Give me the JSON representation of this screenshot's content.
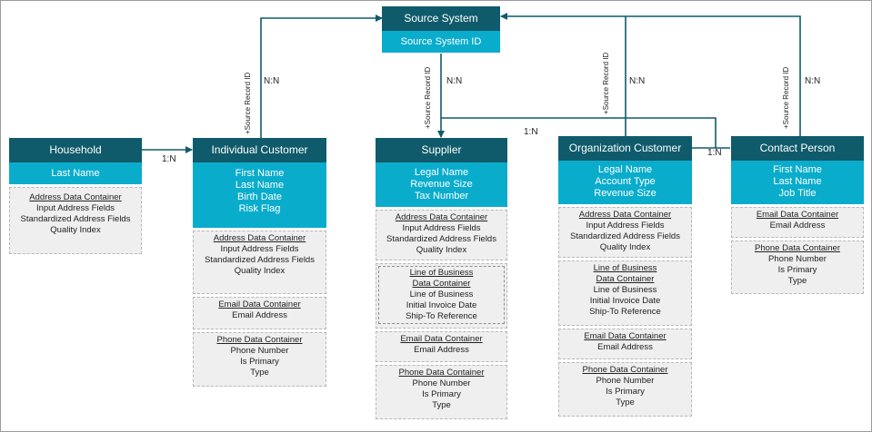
{
  "entities": {
    "source_system": {
      "title": "Source System",
      "attrs": [
        "Source System ID"
      ]
    },
    "household": {
      "title": "Household",
      "attrs": [
        "Last Name"
      ],
      "address": {
        "title": "Address Data Container",
        "items": [
          "Input Address Fields",
          "Standardized Address Fields",
          "Quality Index"
        ]
      }
    },
    "individual": {
      "title": "Individual Customer",
      "attrs": [
        "First Name",
        "Last Name",
        "Birth Date",
        "Risk Flag"
      ],
      "address": {
        "title": "Address Data Container",
        "items": [
          "Input Address Fields",
          "Standardized Address Fields",
          "Quality Index"
        ]
      },
      "email": {
        "title": "Email Data Container",
        "items": [
          "Email Address"
        ]
      },
      "phone": {
        "title": "Phone Data Container",
        "items": [
          "Phone Number",
          "Is Primary",
          "Type"
        ]
      }
    },
    "supplier": {
      "title": "Supplier",
      "attrs": [
        "Legal Name",
        "Revenue Size",
        "Tax Number"
      ],
      "address": {
        "title": "Address Data Container",
        "items": [
          "Input Address Fields",
          "Standardized Address Fields",
          "Quality Index"
        ]
      },
      "lob": {
        "title1": "Line of Business",
        "title2": "Data Container",
        "items": [
          "Line of Business",
          "Initial Invoice Date",
          "Ship-To Reference"
        ]
      },
      "email": {
        "title": "Email Data Container",
        "items": [
          "Email Address"
        ]
      },
      "phone": {
        "title": "Phone Data Container",
        "items": [
          "Phone Number",
          "Is Primary",
          "Type"
        ]
      }
    },
    "organization": {
      "title": "Organization Customer",
      "attrs": [
        "Legal Name",
        "Account Type",
        "Revenue Size"
      ],
      "address": {
        "title": "Address Data Container",
        "items": [
          "Input Address Fields",
          "Standardized Address Fields",
          "Quality Index"
        ]
      },
      "lob": {
        "title1": "Line of Business",
        "title2": "Data Container",
        "items": [
          "Line of Business",
          "Initial Invoice Date",
          "Ship-To Reference"
        ]
      },
      "email": {
        "title": "Email Data Container",
        "items": [
          "Email Address"
        ]
      },
      "phone": {
        "title": "Phone Data Container",
        "items": [
          "Phone Number",
          "Is Primary",
          "Type"
        ]
      }
    },
    "contact": {
      "title": "Contact Person",
      "attrs": [
        "First Name",
        "Last Name",
        "Job Title"
      ],
      "email": {
        "title": "Email Data Container",
        "items": [
          "Email Address"
        ]
      },
      "phone": {
        "title": "Phone Data Container",
        "items": [
          "Phone Number",
          "Is Primary",
          "Type"
        ]
      }
    }
  },
  "relations": {
    "nn": "N:N",
    "one_n": "1:N",
    "source_record_id": "+Source Record ID"
  },
  "colors": {
    "header": "#0f5b6b",
    "attribute_band": "#0aaccc",
    "container": "#efefef"
  }
}
